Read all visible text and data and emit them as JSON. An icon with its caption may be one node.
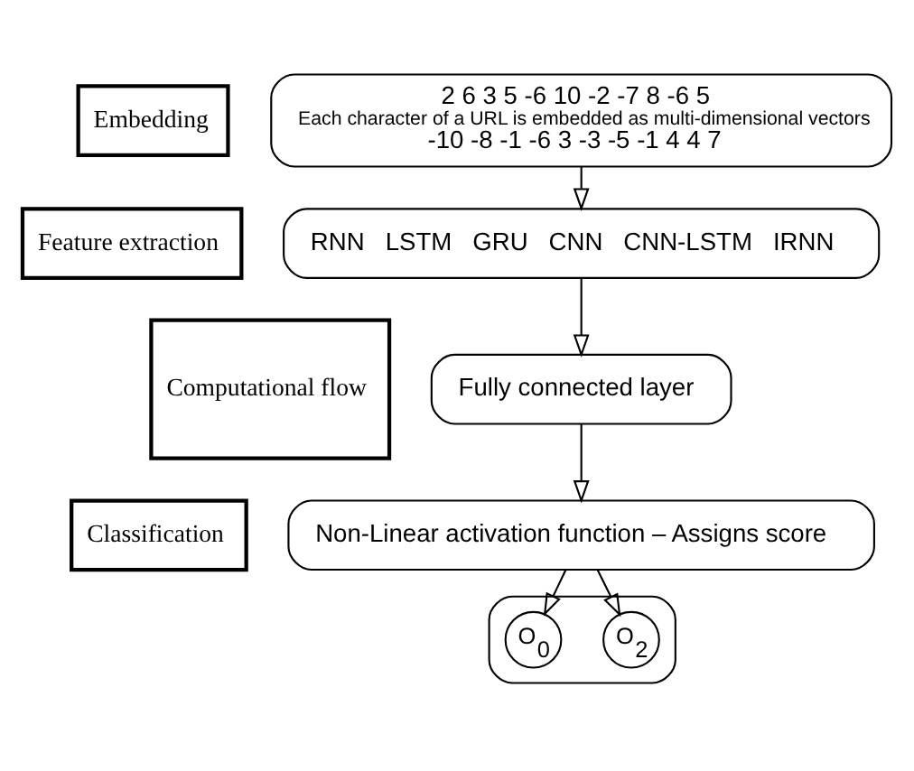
{
  "diagram": {
    "nodes": [
      {
        "text": [
          "Embedding"
        ]
      },
      {
        "text": [
          "Feature extraction"
        ]
      },
      {
        "text": [
          "Classification"
        ]
      },
      {
        "text": [
          "Computational flow"
        ]
      },
      {
        "text": [
          "2 6 3 5 -6 10 -2 -7 8 -6 5",
          "Each character of a URL is embedded as multi-dimensional vectors",
          "-10 -8 -1 -6 3 -3 -5 -1 4 4 7"
        ]
      },
      {
        "text": [
          "RNN",
          "LSTM",
          "GRU",
          "CNN",
          "CNN-LSTM",
          "IRNN"
        ]
      },
      {
        "text": [
          "Fully connected layer"
        ]
      },
      {
        "text": [
          "Non-Linear activation function – Assigns score"
        ]
      },
      {
        "text": [],
        "shape": "box"
      },
      {
        "text": [
          "O$_{0}$"
        ],
        "in": 8
      },
      {
        "text": [
          "O$_{2}$"
        ],
        "in": 8
      }
    ],
    "edges": [
      {
        "from": 4,
        "to": 5,
        "arrow": "to"
      },
      {
        "from": 5,
        "to": 6,
        "arrow": "to"
      },
      {
        "from": 6,
        "to": 7,
        "arrow": "to"
      },
      {
        "from": 7,
        "to": 9,
        "arrow": "to"
      },
      {
        "from": 7,
        "to": 10,
        "arrow": "to"
      }
    ]
  }
}
